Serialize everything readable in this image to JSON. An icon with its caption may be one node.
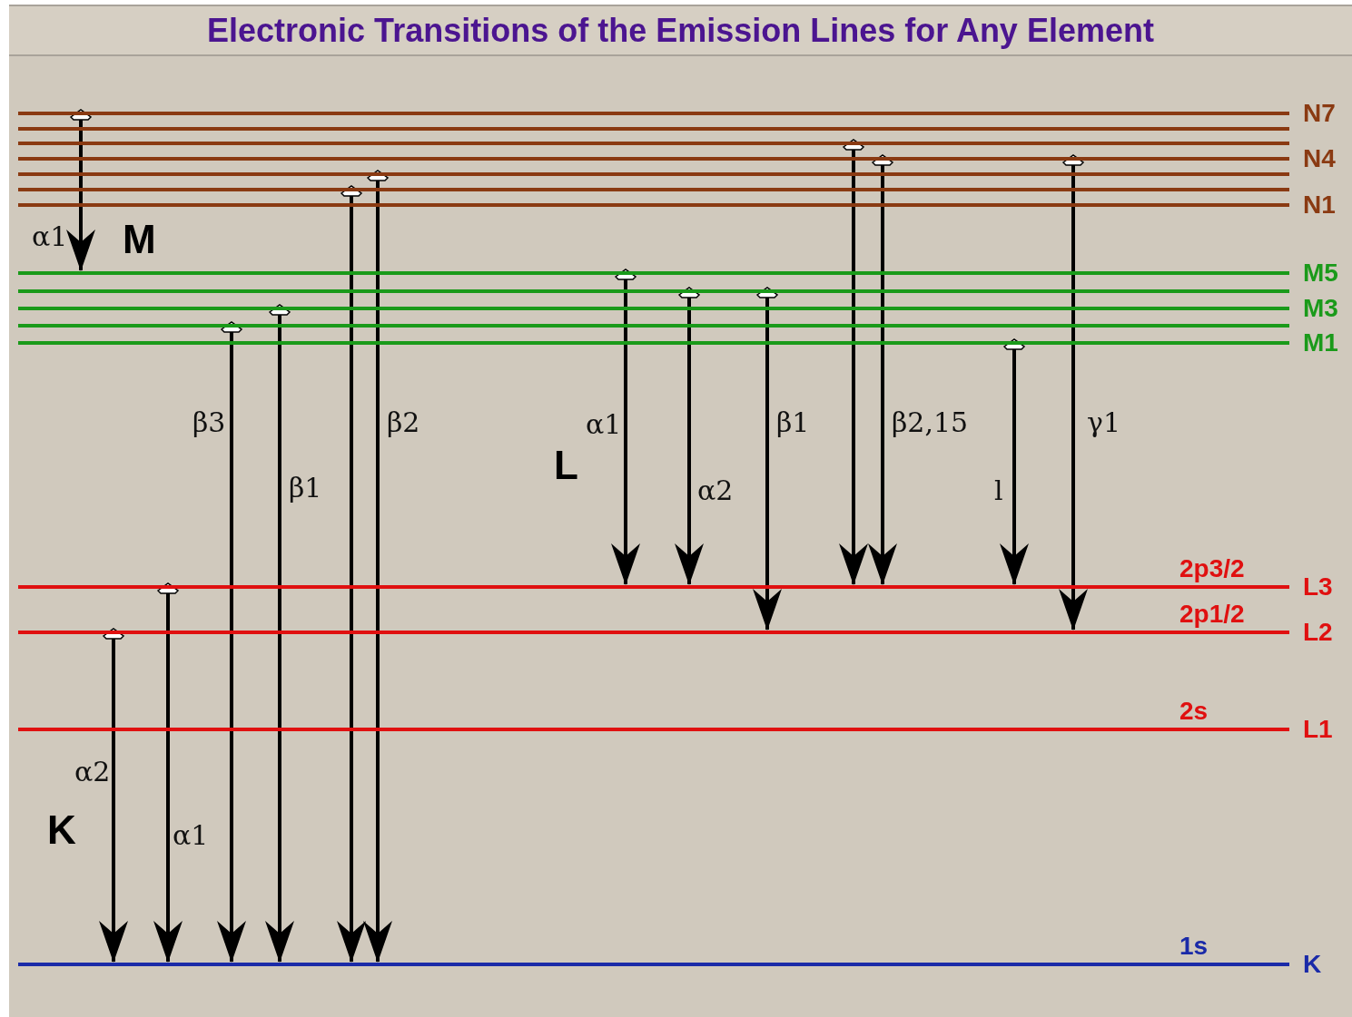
{
  "diagram": {
    "title": "Electronic Transitions of the Emission Lines for Any Element",
    "nodes": [
      {
        "text": [
          "N7"
        ]
      },
      {
        "text": [],
        "shape": "bar"
      },
      {
        "text": [],
        "shape": "bar"
      },
      {
        "text": [
          "N4"
        ]
      },
      {
        "text": [],
        "shape": "bar"
      },
      {
        "text": [],
        "shape": "bar"
      },
      {
        "text": [
          "N1"
        ]
      },
      {
        "text": [
          "M5"
        ]
      },
      {
        "text": [],
        "shape": "bar"
      },
      {
        "text": [
          "M3"
        ]
      },
      {
        "text": [],
        "shape": "bar"
      },
      {
        "text": [
          "M1"
        ]
      },
      {
        "text": [
          "2p3/2",
          "L3"
        ]
      },
      {
        "text": [
          "2p1/2",
          "L2"
        ]
      },
      {
        "text": [
          "2s",
          "L1"
        ]
      },
      {
        "text": [
          "1s",
          "K"
        ]
      }
    ],
    "edges": [
      {
        "from": 0,
        "to": 7,
        "arrow": "to",
        "label": "α1"
      },
      {
        "from": 13,
        "to": 15,
        "arrow": "to",
        "label": "α2"
      },
      {
        "from": 12,
        "to": 15,
        "arrow": "to",
        "label": "α1"
      },
      {
        "from": 10,
        "to": 15,
        "arrow": "to",
        "label": "β3"
      },
      {
        "from": 9,
        "to": 15,
        "arrow": "to",
        "label": "β1"
      },
      {
        "from": 5,
        "to": 15,
        "arrow": "to"
      },
      {
        "from": 4,
        "to": 15,
        "arrow": "to",
        "label": "β2"
      },
      {
        "from": 7,
        "to": 12,
        "arrow": "to",
        "label": "α1"
      },
      {
        "from": 8,
        "to": 12,
        "arrow": "to",
        "label": "α2"
      },
      {
        "from": 8,
        "to": 13,
        "arrow": "to",
        "label": "β1"
      },
      {
        "from": 2,
        "to": 12,
        "arrow": "to"
      },
      {
        "from": 3,
        "to": 12,
        "arrow": "to",
        "label": "β2,15"
      },
      {
        "from": 11,
        "to": 12,
        "arrow": "to",
        "label": "l"
      },
      {
        "from": 3,
        "to": 13,
        "arrow": "to",
        "label": "γ1"
      }
    ],
    "labels": [
      "M",
      "L",
      "K"
    ]
  }
}
